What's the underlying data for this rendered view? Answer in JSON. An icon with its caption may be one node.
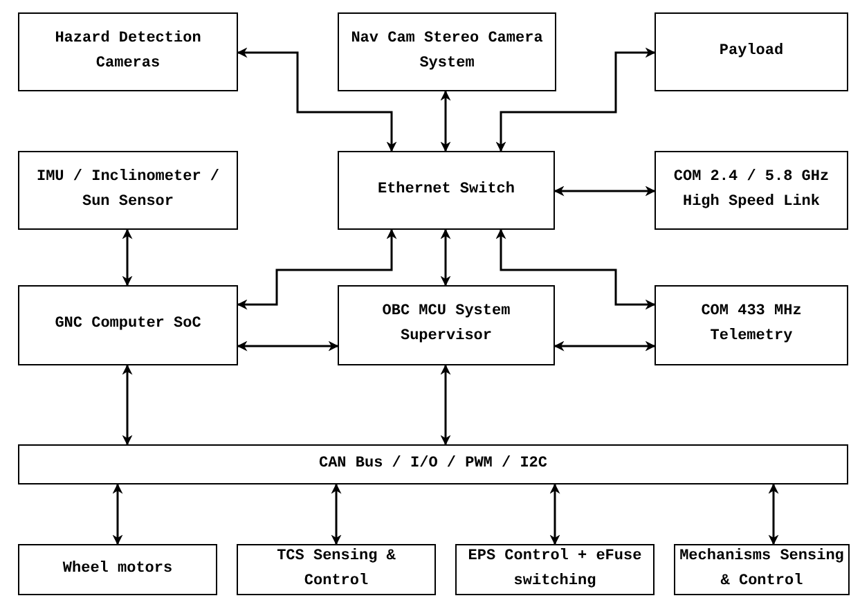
{
  "diagram": {
    "nodes": [
      {
        "text": [
          "Hazard Detection Cameras"
        ]
      },
      {
        "text": [
          "Nav Cam Stereo Camera System"
        ]
      },
      {
        "text": [
          "Payload"
        ]
      },
      {
        "text": [
          "IMU / Inclinometer / Sun Sensor"
        ]
      },
      {
        "text": [
          "Ethernet Switch"
        ]
      },
      {
        "text": [
          "COM 2.4 / 5.8 GHz High Speed Link"
        ]
      },
      {
        "text": [
          "GNC Computer SoC"
        ]
      },
      {
        "text": [
          "OBC MCU System Supervisor"
        ]
      },
      {
        "text": [
          "COM 433 MHz Telemetry"
        ]
      },
      {
        "text": [
          "CAN Bus / I/O / PWM / I2C"
        ]
      },
      {
        "text": [
          "Wheel motors"
        ]
      },
      {
        "text": [
          "TCS Sensing & Control"
        ]
      },
      {
        "text": [
          "EPS Control + eFuse switching"
        ]
      },
      {
        "text": [
          "Mechanisms Sensing & Control"
        ]
      }
    ],
    "edges": [
      {
        "from": 0,
        "to": 4,
        "arrow": "both"
      },
      {
        "from": 1,
        "to": 4,
        "arrow": "both"
      },
      {
        "from": 2,
        "to": 4,
        "arrow": "both"
      },
      {
        "from": 4,
        "to": 5,
        "arrow": "both"
      },
      {
        "from": 3,
        "to": 6,
        "arrow": "both"
      },
      {
        "from": 4,
        "to": 6,
        "arrow": "both"
      },
      {
        "from": 4,
        "to": 7,
        "arrow": "both"
      },
      {
        "from": 4,
        "to": 8,
        "arrow": "both"
      },
      {
        "from": 6,
        "to": 7,
        "arrow": "both"
      },
      {
        "from": 7,
        "to": 8,
        "arrow": "both"
      },
      {
        "from": 6,
        "to": 9,
        "arrow": "both"
      },
      {
        "from": 7,
        "to": 9,
        "arrow": "both"
      },
      {
        "from": 9,
        "to": 10,
        "arrow": "both"
      },
      {
        "from": 9,
        "to": 11,
        "arrow": "both"
      },
      {
        "from": 9,
        "to": 12,
        "arrow": "both"
      },
      {
        "from": 9,
        "to": 13,
        "arrow": "both"
      }
    ]
  }
}
